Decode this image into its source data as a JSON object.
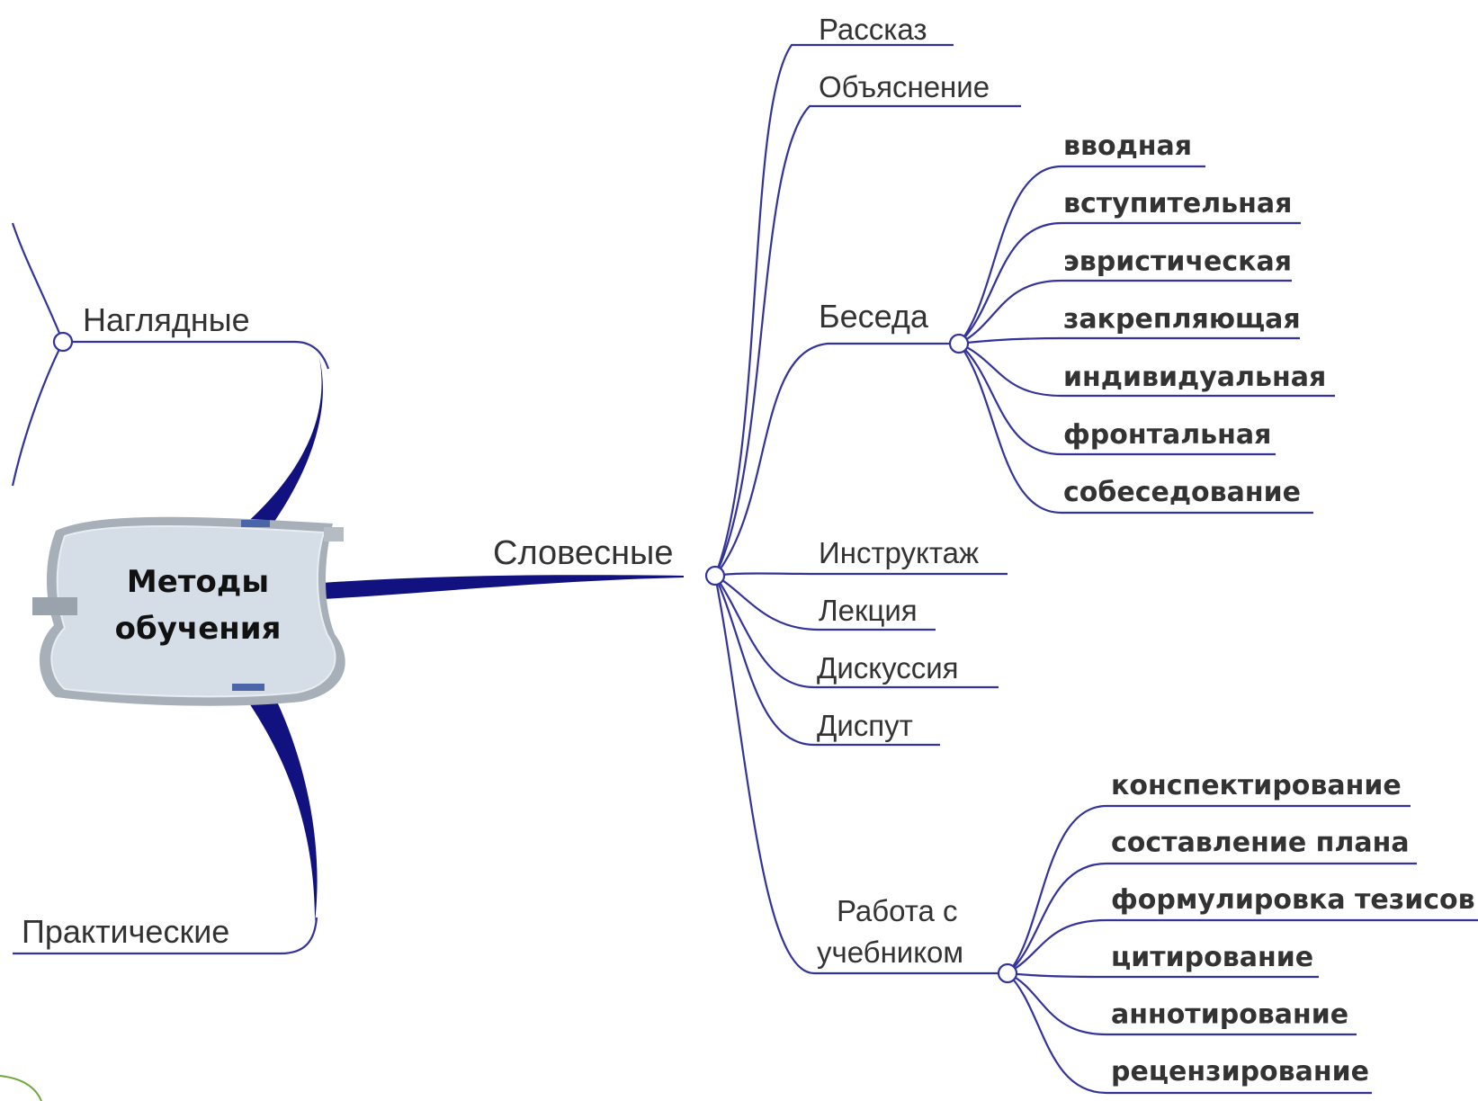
{
  "central": {
    "line1": "Методы",
    "line2": "обучения"
  },
  "main_branches": {
    "visual": "Наглядные",
    "practical": "Практические",
    "verbal": "Словесные"
  },
  "verbal_children": {
    "story": "Рассказ",
    "explanation": "Объяснение",
    "conversation": "Беседа",
    "instruction": "Инструктаж",
    "lecture": "Лекция",
    "discussion": "Дискуссия",
    "dispute": "Диспут",
    "textbook_line1": "Работа с",
    "textbook_line2": "учебником"
  },
  "conversation_types": [
    "вводная",
    "вступительная",
    "эвристическая",
    "закрепляющая",
    "индивидуальная",
    "фронтальная",
    "собеседование"
  ],
  "textbook_types": [
    "конспектирование",
    "составление плана",
    "формулировка тезисов",
    "цитирование",
    "аннотирование",
    "рецензирование"
  ],
  "colors": {
    "branch": "#333399",
    "main_branch": "#111180",
    "central_fill": "#d5dde6",
    "central_border": "#a9b2ba",
    "accent_circle": "#6fa83c"
  }
}
